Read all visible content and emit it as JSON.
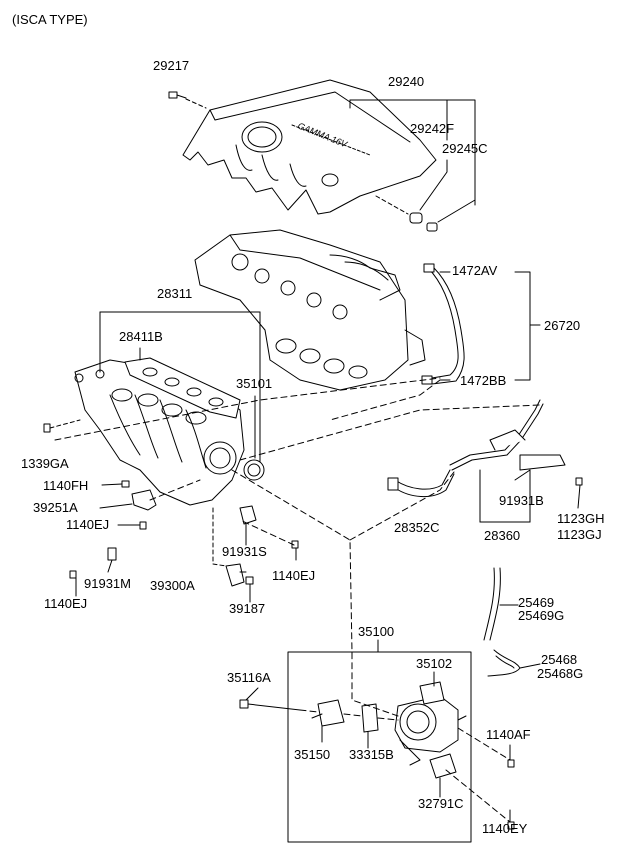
{
  "header": {
    "title": "(ISCA TYPE)"
  },
  "callouts": {
    "c29217": "29217",
    "c29240": "29240",
    "c29242F": "29242F",
    "c29245C": "29245C",
    "c28311": "28311",
    "c1472AV": "1472AV",
    "c28411B": "28411B",
    "c26720": "26720",
    "c35101": "35101",
    "c1472BB": "1472BB",
    "c1339GA": "1339GA",
    "c1140FH": "1140FH",
    "c91931B": "91931B",
    "c39251A": "39251A",
    "c1123GH": "1123GH",
    "c1123GJ": "1123GJ",
    "c1140EJ_a": "1140EJ",
    "c28352C": "28352C",
    "c28360": "28360",
    "c91931S": "91931S",
    "c1140EJ_b": "1140EJ",
    "c91931M": "91931M",
    "c39300A": "39300A",
    "c1140EJ_c": "1140EJ",
    "c39187": "39187",
    "c25469": "25469",
    "c25469G": "25469G",
    "c35100": "35100",
    "c25468": "25468",
    "c35102": "35102",
    "c25468G": "25468G",
    "c35116A": "35116A",
    "c1140AF": "1140AF",
    "c35150": "35150",
    "c33315B": "33315B",
    "c32791C": "32791C",
    "c1140EY": "1140EY"
  },
  "parts": {
    "engine_cover_text": "GAMMA 16V"
  }
}
